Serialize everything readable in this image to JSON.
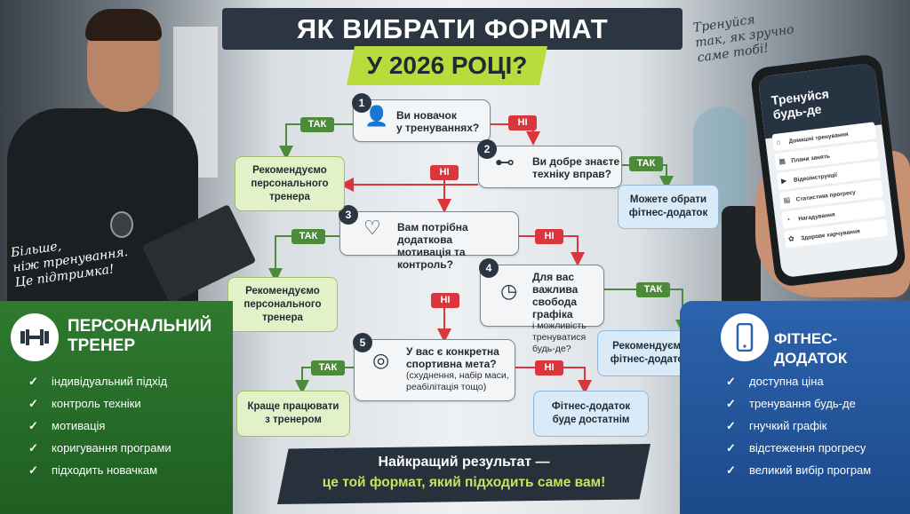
{
  "title": "ЯК ВИБРАТИ ФОРМАТ ТРЕНУВАНЬ",
  "subtitle": "У 2026 РОЦІ?",
  "right_note": [
    "Тренуйся",
    "так, як зручно",
    "саме тобі!"
  ],
  "left_note": [
    "Більше,",
    "ніж тренування.",
    "Це підтримка!"
  ],
  "labels": {
    "yes": "ТАК",
    "no": "НІ"
  },
  "questions": [
    {
      "num": "1",
      "icon": "user-icon",
      "lines": [
        "Ви новачок",
        "у тренуваннях?"
      ]
    },
    {
      "num": "2",
      "icon": "dumbbell-icon",
      "lines": [
        "Ви добре знаєте",
        "техніку вправ?"
      ]
    },
    {
      "num": "3",
      "icon": "heart-icon",
      "lines": [
        "Вам потрібна додаткова",
        "мотивація та контроль?"
      ]
    },
    {
      "num": "4",
      "icon": "clock-icon",
      "lines": [
        "Для вас важлива",
        "свобода графіка",
        "і можливість тренуватися",
        "будь-де?"
      ]
    },
    {
      "num": "5",
      "icon": "target-icon",
      "lines": [
        "У вас є конкретна",
        "спортивна мета?",
        "(схуднення, набір маси,",
        "реабілітація тощо)"
      ]
    }
  ],
  "recs": {
    "r1": [
      "Рекомендуємо",
      "персонального",
      "тренера"
    ],
    "r2": [
      "Можете обрати",
      "фітнес-додаток"
    ],
    "r3": [
      "Рекомендуємо",
      "персонального",
      "тренера"
    ],
    "r4": [
      "Рекомендуємо",
      "фітнес-додаток"
    ],
    "r5": [
      "Краще працювати",
      "з тренером"
    ],
    "r6": [
      "Фітнес-додаток",
      "буде достатнім"
    ]
  },
  "left_panel": {
    "title": [
      "ПЕРСОНАЛЬНИЙ",
      "ТРЕНЕР"
    ],
    "icon": "dumbbell-icon",
    "items": [
      "індивідуальний підхід",
      "контроль техніки",
      "мотивація",
      "коригування програми",
      "підходить новачкам"
    ]
  },
  "right_panel": {
    "title": "ФІТНЕС-ДОДАТОК",
    "icon": "smartphone-icon",
    "items": [
      "доступна ціна",
      "тренування будь-де",
      "гнучкий графік",
      "відстеження прогресу",
      "великий вибір програм"
    ]
  },
  "banner": {
    "line1": "Найкращий результат —",
    "line2": "це той формат, який підходить саме вам!"
  },
  "phone": {
    "title": [
      "Тренуйся",
      "будь-де"
    ],
    "menu": [
      "Домашні тренування",
      "Плани занять",
      "Відеоінструкції",
      "Статистика прогресу",
      "Нагадування",
      "Здорове харчування"
    ]
  },
  "colors": {
    "dark": "#2b3642",
    "lime": "#b8dc3c",
    "green": "#2f7a2f",
    "blue": "#2c63ad",
    "yes": "#4b8b3a",
    "no": "#d9363e"
  }
}
